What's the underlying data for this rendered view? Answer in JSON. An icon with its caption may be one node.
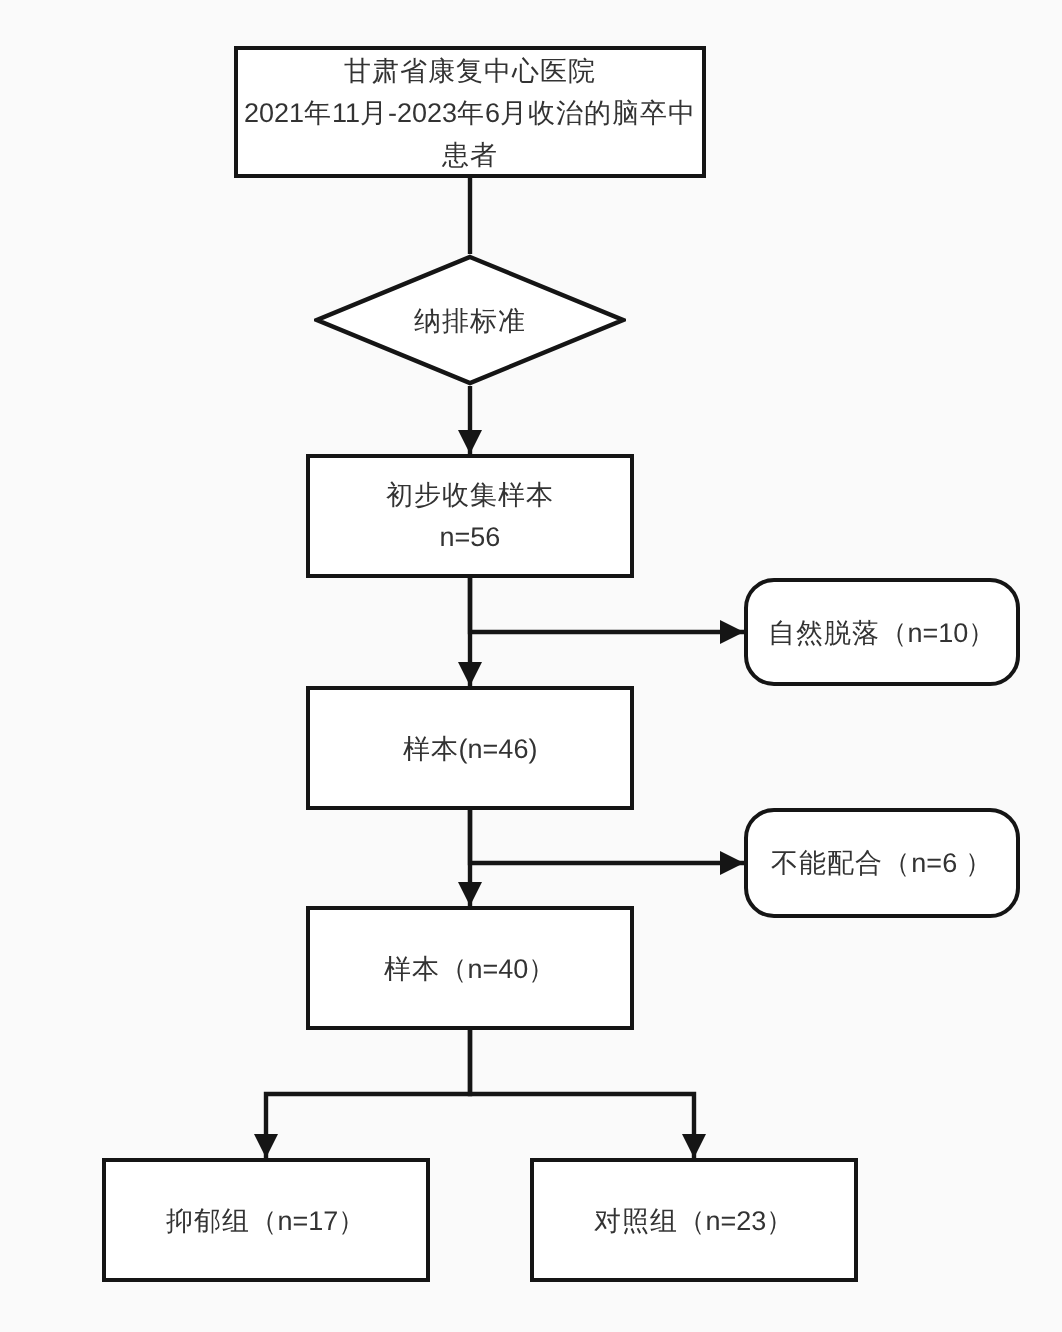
{
  "diagram": {
    "nodes": [
      {
        "text": [
          "甘肃省康复中心医院",
          "2021年11月-2023年6月收治的脑卒中患者"
        ]
      },
      {
        "text": [
          "纳排标准"
        ]
      },
      {
        "text": [
          "初步收集样本",
          "n=56"
        ]
      },
      {
        "text": [
          "自然脱落（n=10）"
        ]
      },
      {
        "text": [
          "样本(n=46)"
        ]
      },
      {
        "text": [
          "不能配合（n=6 ）"
        ]
      },
      {
        "text": [
          "样本（n=40）"
        ]
      },
      {
        "text": [
          "抑郁组（n=17）"
        ]
      },
      {
        "text": [
          "对照组（n=23）"
        ]
      }
    ],
    "edges": [
      {
        "from": 0,
        "to": 1,
        "arrow": "none"
      },
      {
        "from": 1,
        "to": 2,
        "arrow": "to"
      },
      {
        "from": 2,
        "to": 3,
        "arrow": "to"
      },
      {
        "from": 2,
        "to": 4,
        "arrow": "to"
      },
      {
        "from": 4,
        "to": 5,
        "arrow": "to"
      },
      {
        "from": 4,
        "to": 6,
        "arrow": "to"
      },
      {
        "from": 6,
        "to": 7,
        "arrow": "to"
      },
      {
        "from": 6,
        "to": 8,
        "arrow": "to"
      }
    ]
  }
}
